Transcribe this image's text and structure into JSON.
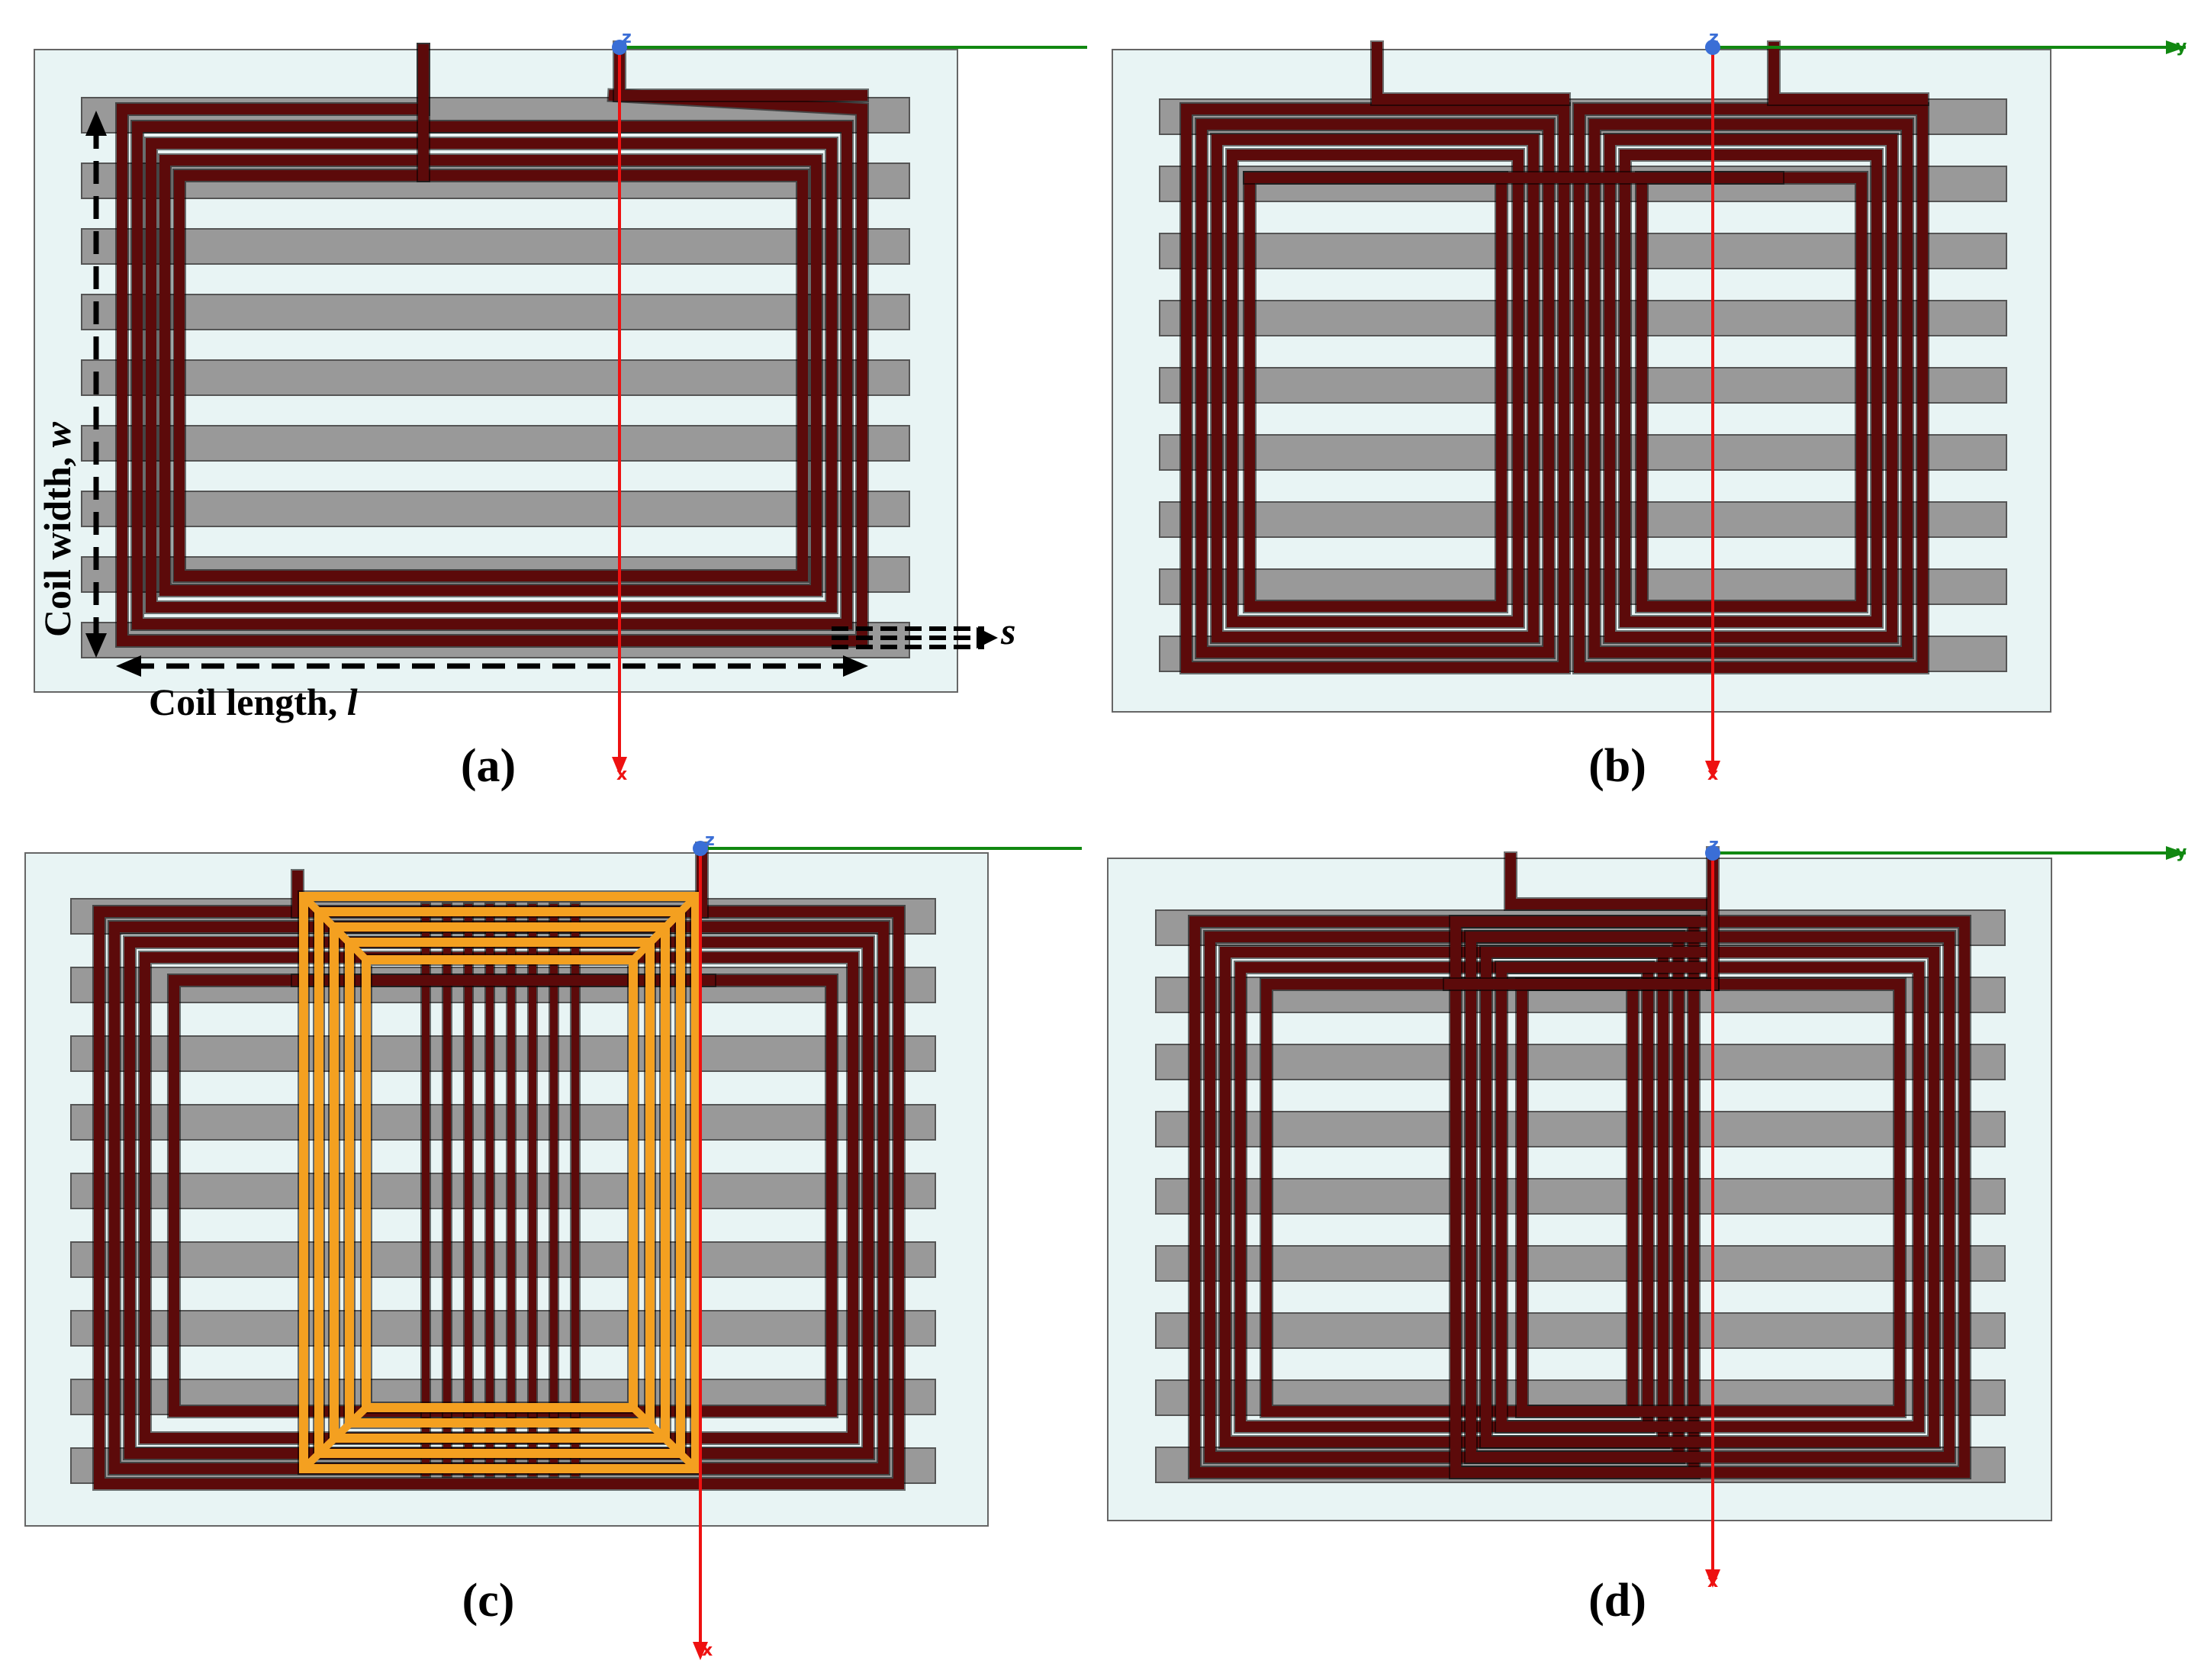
{
  "panels": [
    {
      "id": "a",
      "label": "(a)"
    },
    {
      "id": "b",
      "label": "(b)"
    },
    {
      "id": "c",
      "label": "(c)"
    },
    {
      "id": "d",
      "label": "(d)"
    }
  ],
  "annotations": {
    "coil_width_text": "Coil width, ",
    "coil_width_var": "w",
    "coil_length_text": "Coil length, ",
    "coil_length_var": "l",
    "spacing_var": "s"
  },
  "axes": {
    "z_tag": "z",
    "y_tag": "y",
    "x_tag": "x"
  },
  "colors": {
    "substrate": "#e8f4f4",
    "bar": "#999999",
    "coil": "#5c0a0a",
    "coil_highlight": "#f4a020",
    "axis_x": "#ee1111",
    "axis_y": "#118811",
    "axis_origin": "#3a6ed6"
  }
}
